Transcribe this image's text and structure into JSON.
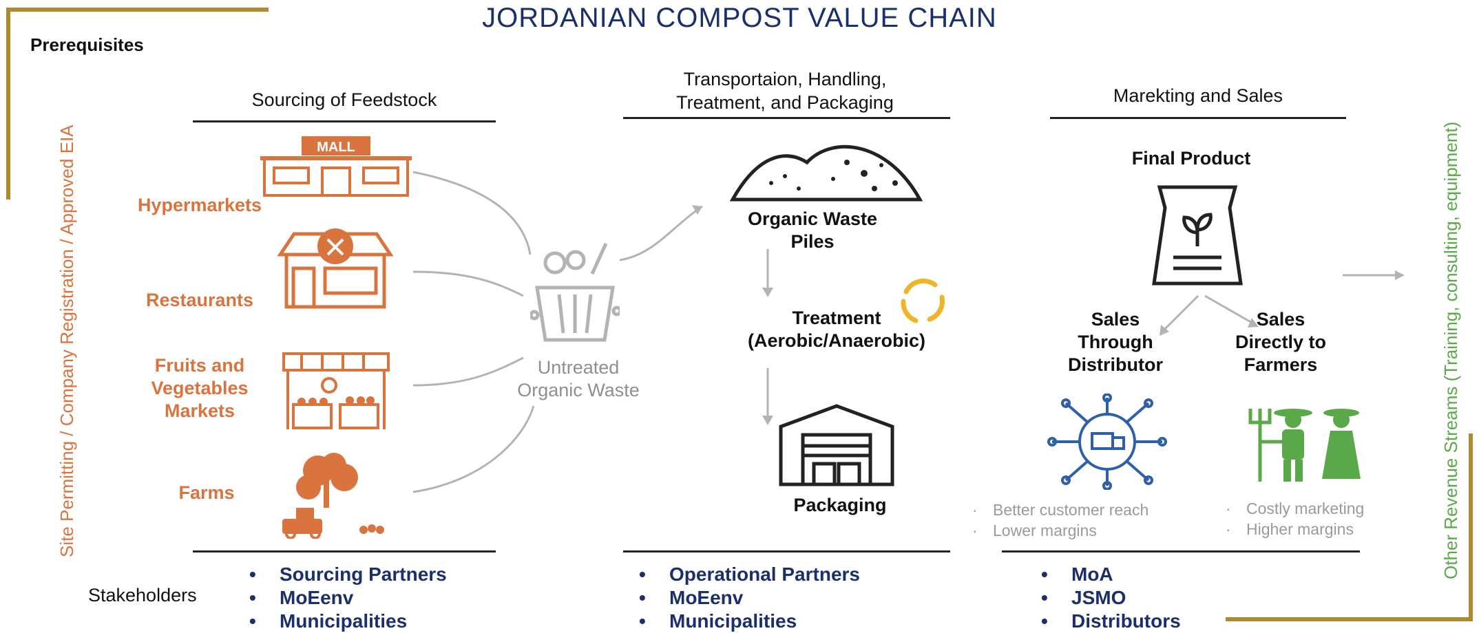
{
  "title": "JORDANIAN COMPOST VALUE CHAIN",
  "prerequisites_label": "Prerequisites",
  "left_side_label": "Site Permitting / Company Registration / Approved EIA",
  "right_side_label": "Other Revenue Streams (Training, consulting, equipment)",
  "columns": {
    "sourcing": {
      "heading": "Sourcing of Feedstock"
    },
    "transport": {
      "heading_line1": "Transportaion, Handling,",
      "heading_line2": "Treatment, and Packaging"
    },
    "marketing": {
      "heading": "Marekting and Sales"
    }
  },
  "sources": {
    "hypermarkets": {
      "label": "Hypermarkets",
      "sign": "MALL"
    },
    "restaurants": {
      "label": "Restaurants"
    },
    "markets": {
      "line1": "Fruits and",
      "line2": "Vegetables",
      "line3": "Markets"
    },
    "farms": {
      "label": "Farms"
    }
  },
  "untreated": {
    "line1": "Untreated",
    "line2": "Organic Waste"
  },
  "process": {
    "piles": {
      "line1": "Organic Waste",
      "line2": "Piles"
    },
    "treatment": {
      "line1": "Treatment",
      "line2": "(Aerobic/Anaerobic)"
    },
    "packaging": {
      "label": "Packaging"
    }
  },
  "sales": {
    "final_product": "Final Product",
    "distributor": {
      "line1": "Sales",
      "line2": "Through",
      "line3": "Distributor",
      "pros": "Better customer reach",
      "cons": "Lower margins"
    },
    "direct": {
      "line1": "Sales",
      "line2": "Directly to",
      "line3": "Farmers",
      "pros": "Costly marketing",
      "cons": "Higher margins"
    }
  },
  "stakeholders": {
    "label": "Stakeholders",
    "sourcing": [
      "Sourcing Partners",
      "MoEenv",
      "Municipalities"
    ],
    "transport": [
      "Operational Partners",
      "MoEenv",
      "Municipalities"
    ],
    "marketing": [
      "MoA",
      "JSMO",
      "Distributors"
    ]
  },
  "colors": {
    "title": "#1b2f6b",
    "source_orange": "#d9743e",
    "green": "#5aa84a",
    "blue": "#2f5fa8",
    "gold": "#b08a2e",
    "grey": "#8f8f8f"
  },
  "icons": [
    "mall-icon",
    "restaurant-icon",
    "market-stall-icon",
    "farm-icon",
    "waste-bin-icon",
    "waste-piles-icon",
    "recycle-cycle-icon",
    "warehouse-icon",
    "fertilizer-bag-icon",
    "distribution-network-icon",
    "farmers-icon"
  ]
}
